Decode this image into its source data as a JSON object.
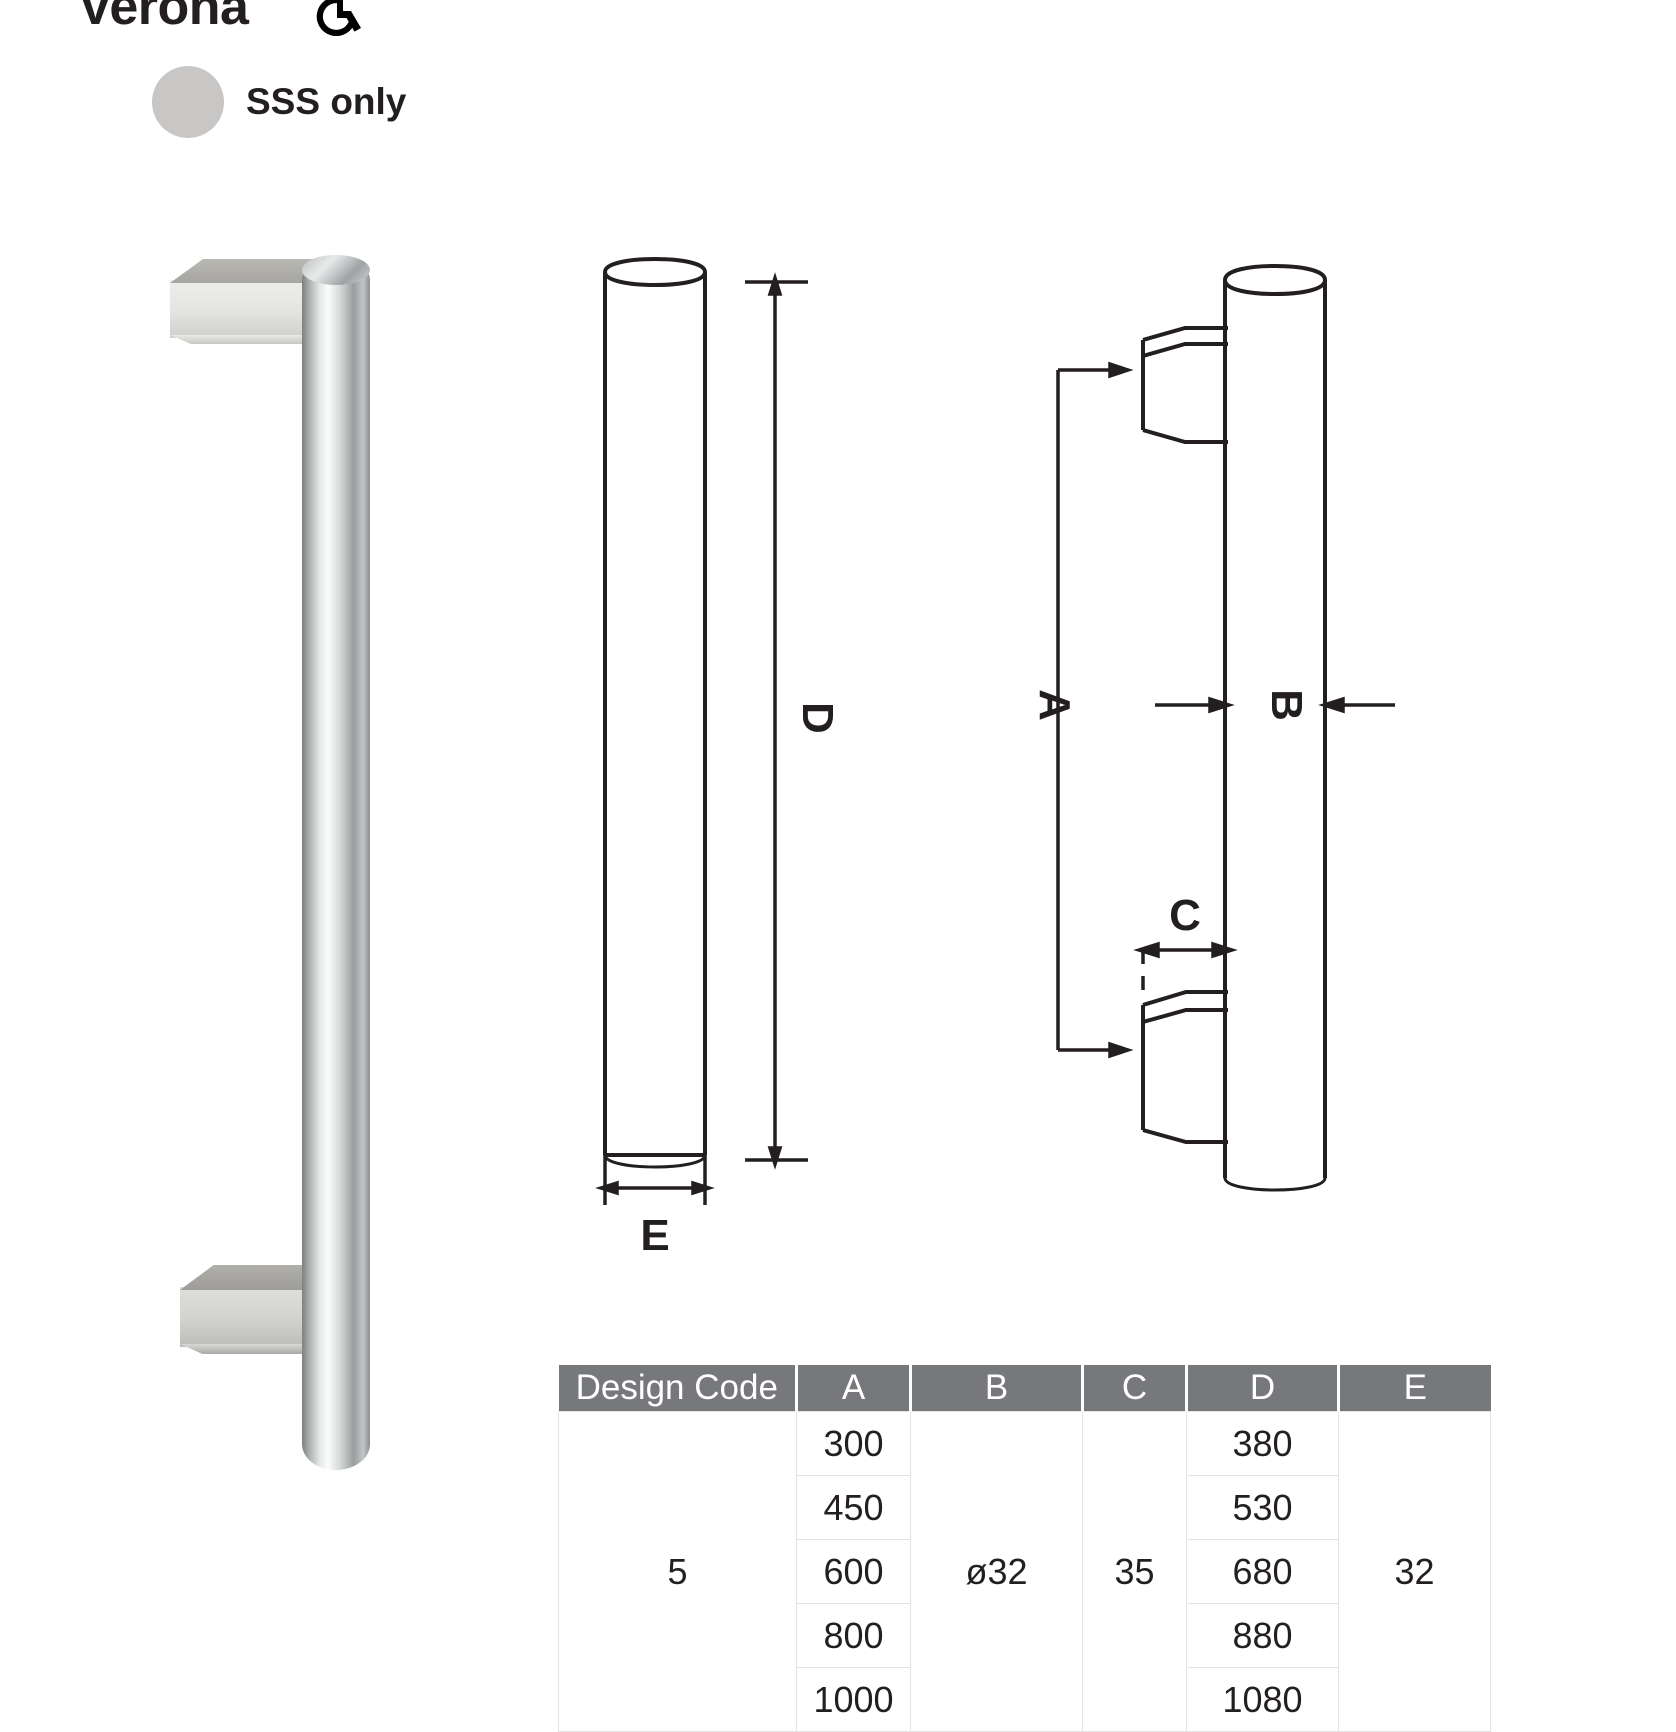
{
  "header": {
    "title": "Verona",
    "accessibility_icon": "wheelchair-accessibility-icon"
  },
  "finish": {
    "label": "SSS only",
    "swatch_color": "#c9c7c5",
    "swatch_name": "sss-finish-swatch"
  },
  "product_photo": {
    "alt": "stainless steel pull handle with square standoff brackets"
  },
  "drawings": {
    "front_view": {
      "name": "front-elevation-drawing",
      "dimension_labels": [
        "D",
        "E"
      ]
    },
    "side_view": {
      "name": "side-elevation-drawing",
      "dimension_labels": [
        "A",
        "B",
        "C"
      ]
    }
  },
  "spec_table": {
    "name": "dimension-spec-table",
    "headers": [
      "Design Code",
      "A",
      "B",
      "C",
      "D",
      "E"
    ],
    "design_code": "5",
    "b_value": "ø32",
    "c_value": "35",
    "e_value": "32",
    "rows": [
      {
        "a": "300",
        "d": "380"
      },
      {
        "a": "450",
        "d": "530"
      },
      {
        "a": "600",
        "d": "680"
      },
      {
        "a": "800",
        "d": "880"
      },
      {
        "a": "1000",
        "d": "1080"
      }
    ]
  },
  "colors": {
    "table_header_bg": "#77787b",
    "table_header_text": "#ffffff",
    "text": "#231f20",
    "line": "#231f20"
  }
}
